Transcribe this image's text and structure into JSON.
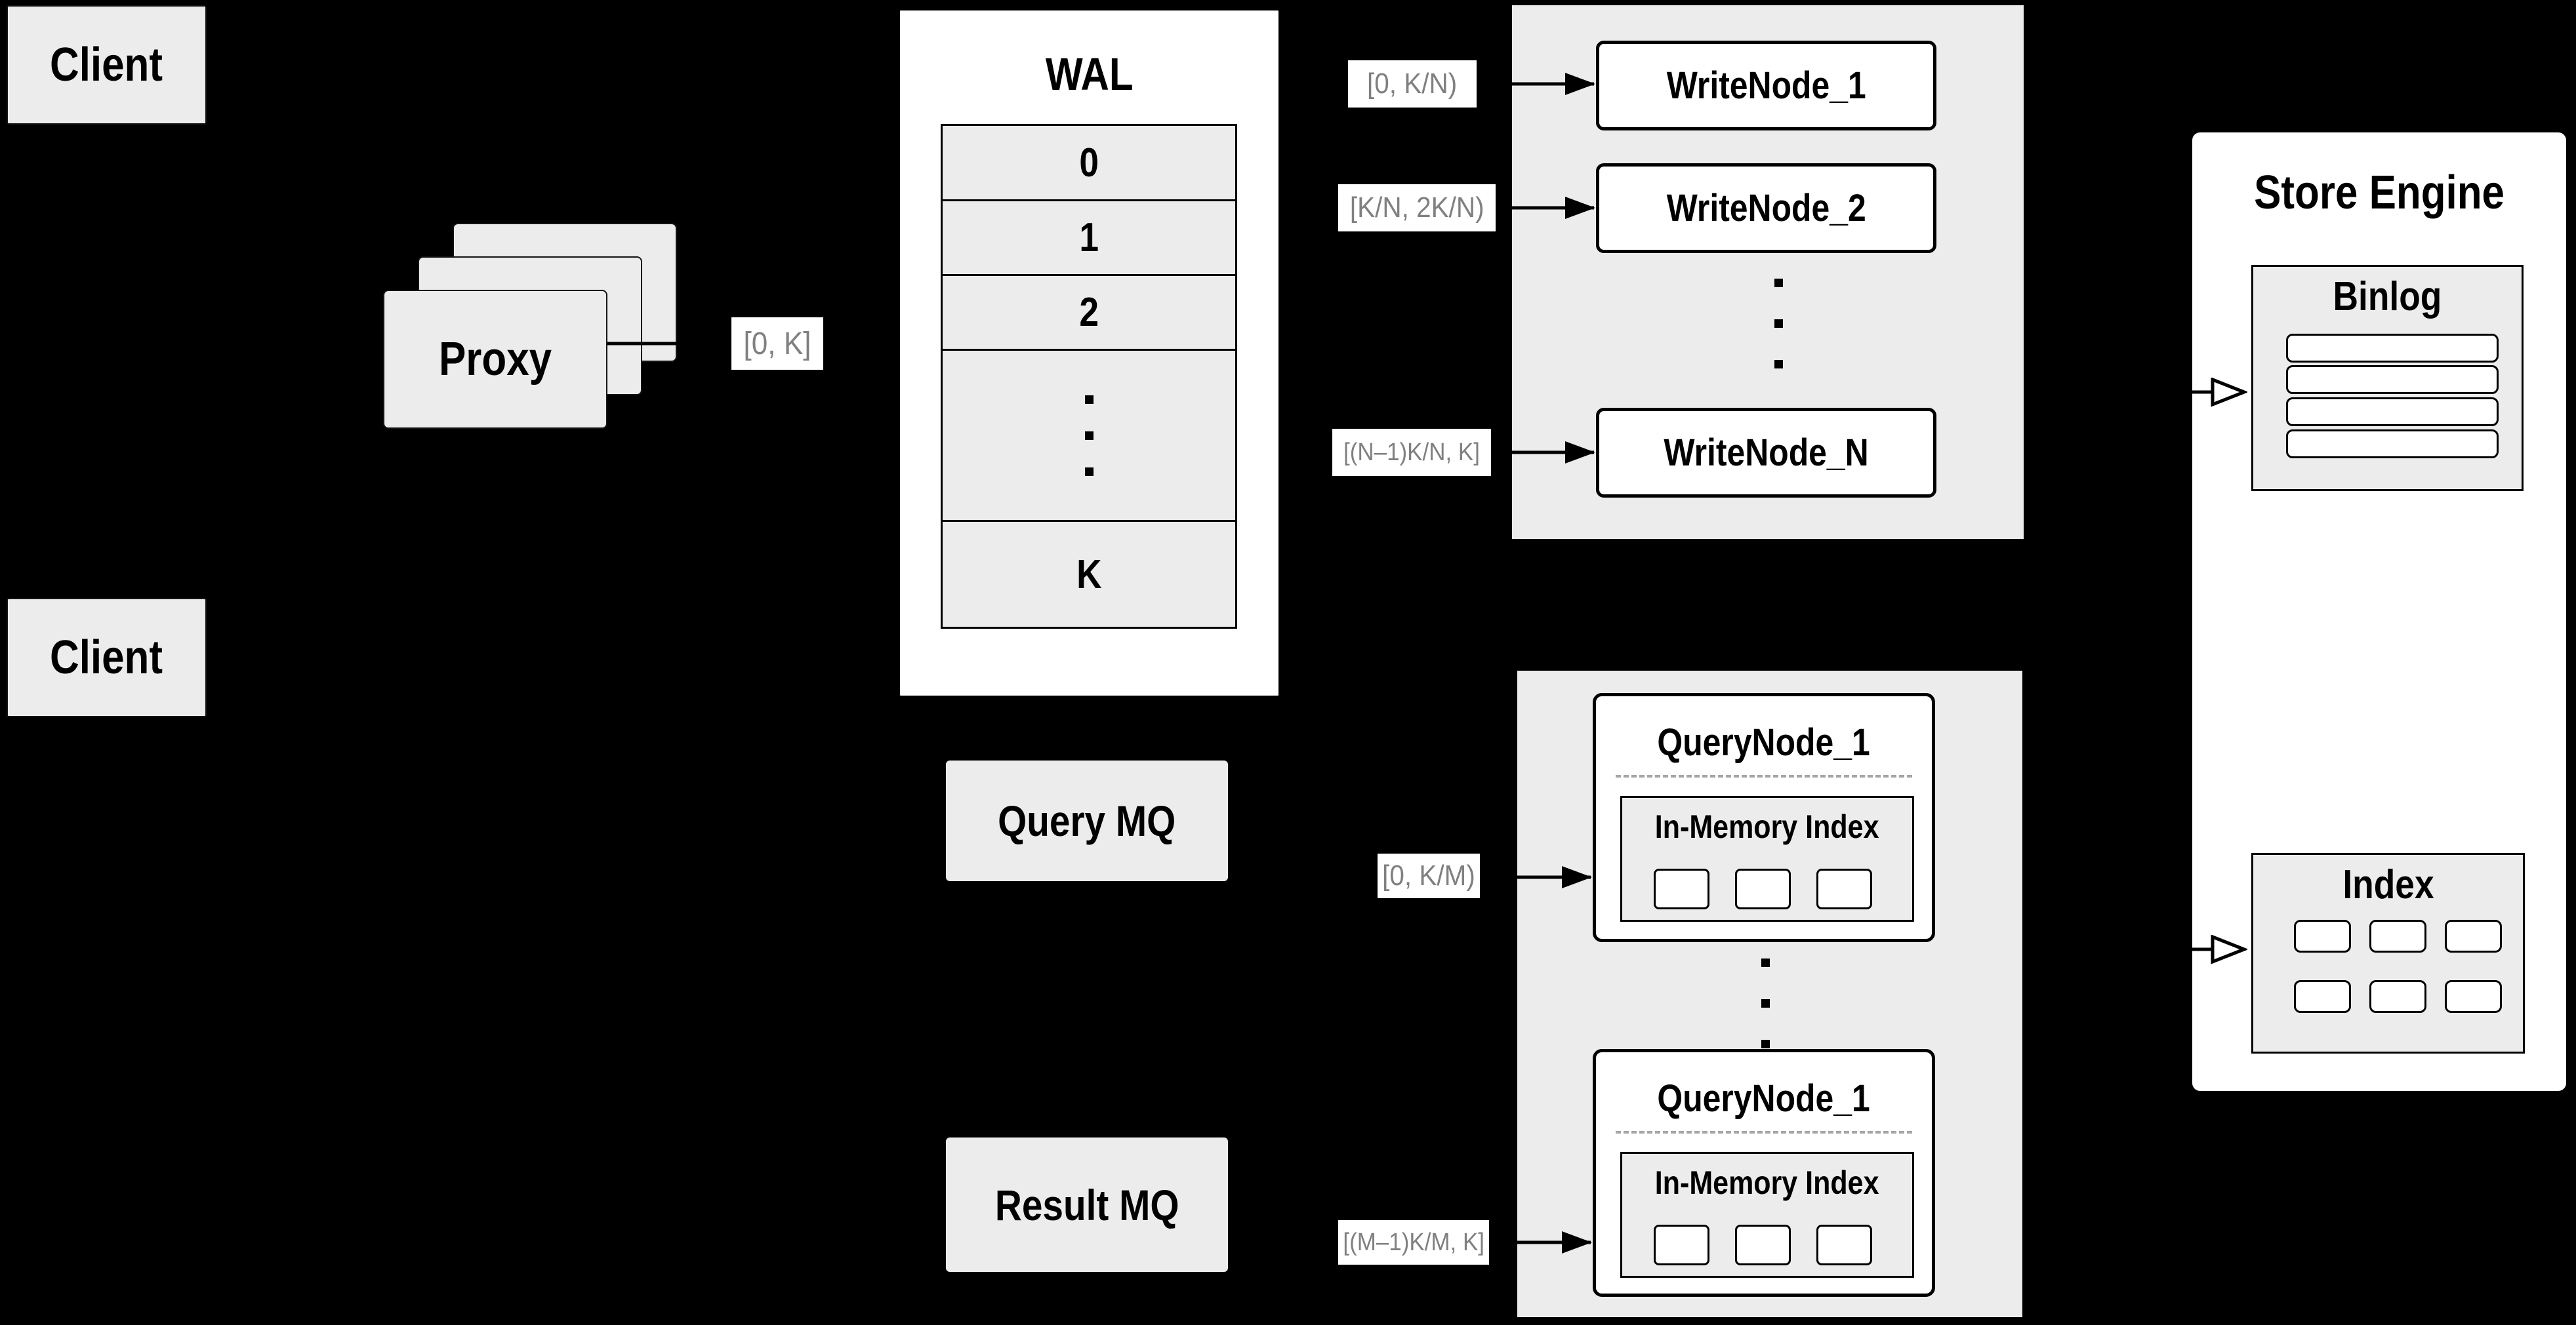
{
  "colors": {
    "background": "#000000",
    "panel_fill": "#ececec",
    "node_fill": "#ffffff",
    "stroke": "#000000",
    "range_text": "#808080"
  },
  "client_top": {
    "label": "Client"
  },
  "client_bottom": {
    "label": "Client"
  },
  "proxy": {
    "label": "Proxy",
    "range": "[0, K]"
  },
  "wal": {
    "title": "WAL",
    "segments": [
      "0",
      "1",
      "2",
      "K"
    ]
  },
  "write_group": {
    "nodes": [
      "WriteNode_1",
      "WriteNode_2",
      "WriteNode_N"
    ],
    "ranges": [
      "[0, K/N)",
      "[K/N, 2K/N)",
      "[(N–1)K/N, K]"
    ]
  },
  "mq": {
    "query": "Query MQ",
    "result": "Result MQ"
  },
  "query_group": {
    "node_top": "QueryNode_1",
    "node_bottom": "QueryNode_1",
    "inner_title": "In-Memory Index",
    "ranges": [
      "[0, K/M)",
      "[(M–1)K/M, K]"
    ]
  },
  "store": {
    "title": "Store Engine",
    "binlog": "Binlog",
    "index": "Index"
  }
}
